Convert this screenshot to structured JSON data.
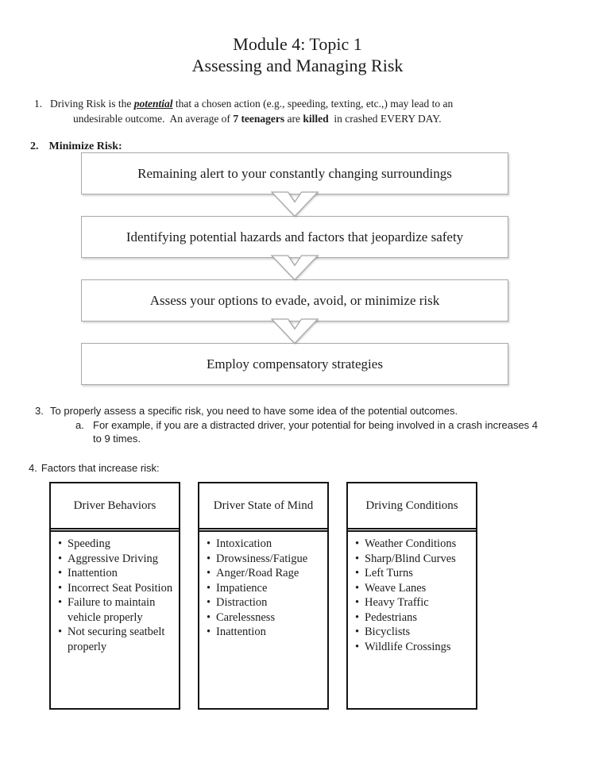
{
  "title": {
    "line1": "Module 4: Topic 1",
    "line2": "Assessing and Managing Risk"
  },
  "item1": {
    "number": "1.",
    "line1_segments": [
      {
        "t": "Driving Risk is the ",
        "s": "plain"
      },
      {
        "t": "potential",
        "s": "emph"
      },
      {
        "t": " that a chosen action (e.g., speeding, texting, etc.,) may lead to an",
        "s": "plain"
      }
    ],
    "line2_segments": [
      {
        "t": "undesirable outcome.  An average of ",
        "s": "plain"
      },
      {
        "t": "7 teenagers",
        "s": "bold"
      },
      {
        "t": " are ",
        "s": "plain"
      },
      {
        "t": "killed",
        "s": "bold"
      },
      {
        "t": "  in crashed EVERY DAY.",
        "s": "plain"
      }
    ]
  },
  "item2": {
    "number": "2.",
    "label": "Minimize Risk:"
  },
  "flowchart": {
    "steps": [
      "Remaining alert to your constantly changing surroundings",
      "Identifying potential hazards and factors that jeopardize safety",
      "Assess your options to evade, avoid, or minimize risk",
      "Employ compensatory strategies"
    ]
  },
  "item3": {
    "number": "3.",
    "text": "To properly assess a specific risk, you need to have some idea of the potential outcomes.",
    "sub_letter": "a.",
    "sub_line1": "For example, if you are a distracted driver, your potential for being involved in a crash increases 4",
    "sub_line2": "to 9 times."
  },
  "item4": {
    "number": "4.",
    "label": "Factors that increase risk:"
  },
  "factors": {
    "boxes": [
      {
        "title": "Driver Behaviors",
        "items": [
          "Speeding",
          "Aggressive Driving",
          "Inattention",
          "Incorrect Seat Position",
          "Failure to maintain vehicle properly",
          "Not securing seatbelt properly"
        ]
      },
      {
        "title": "Driver State of Mind",
        "items": [
          "Intoxication",
          "Drowsiness/Fatigue",
          "Anger/Road Rage",
          "Impatience",
          "Distraction",
          "Carelessness",
          "Inattention"
        ]
      },
      {
        "title": "Driving Conditions",
        "items": [
          "Weather Conditions",
          "Sharp/Blind Curves",
          "Left Turns",
          "Weave Lanes",
          "Heavy Traffic",
          "Pedestrians",
          "Bicyclists",
          "Wildlife Crossings"
        ]
      }
    ]
  },
  "colors": {
    "text": "#1c1c1c",
    "step_border": "#a8a8a8",
    "table_border": "#141414"
  }
}
